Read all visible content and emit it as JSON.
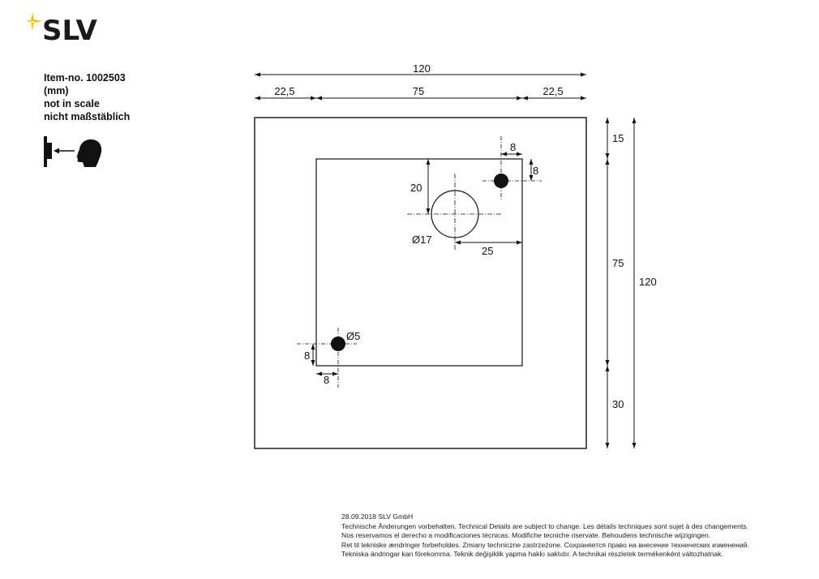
{
  "brand": {
    "name": "SLV",
    "accent_color": "#f2c200"
  },
  "info": {
    "item_no": "Item-no. 1002503",
    "unit": "(mm)",
    "scale_en": "not in scale",
    "scale_de": "nicht maßstäblich"
  },
  "icons": {
    "install_view": "wall-viewer-icon",
    "arrow": "arrow-left-icon"
  },
  "dimensions": {
    "total_width": "120",
    "left_margin": "22,5",
    "inner_width": "75",
    "right_margin": "22,5",
    "top_margin": "15",
    "inner_height": "75",
    "bottom_margin": "30",
    "total_height": "120",
    "hole_top_offset": "20",
    "hole_diameter": "Ø17",
    "hole_side_offset": "25",
    "screw_top_x": "8",
    "screw_top_y": "8",
    "screw_diameter": "Ø5",
    "screw_bottom_y": "8",
    "screw_bottom_x": "8"
  },
  "footer": {
    "line1": "28.09.2018   SLV GmbH",
    "line2": "Technische Änderungen vorbehalten. Technical Details are subject to change. Les détails techniques sont sujet à des changements.",
    "line3": "Nos reservamos el derecho a modificaciones técnicas. Modifiche tecniche riservate. Behoudens technische wijzigingen.",
    "line4": "Ret til tekniske ændringer forbeholdes. Zmiany techniczne zastrzeżone. Сохраняется право на внесение технических изменений.",
    "line5": "Tekniska ändringar kan förekomma. Teknik değişiklik yapma hakkı saklıdır. A technikai részletek termékenként változhatnak."
  }
}
